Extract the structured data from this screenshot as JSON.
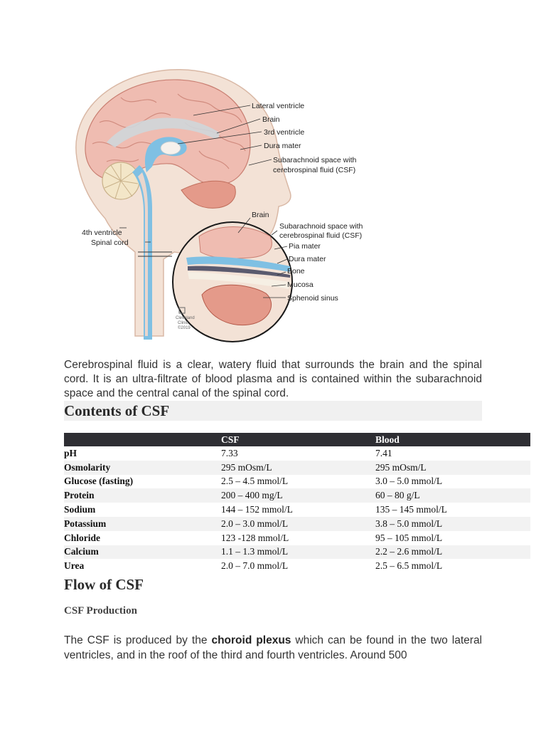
{
  "figure": {
    "labels_main": [
      "Lateral ventricle",
      "Brain",
      "3rd ventricle",
      "Dura mater",
      "Subarachnoid space with",
      "cerebrospinal fluid (CSF)"
    ],
    "labels_left": [
      "4th ventricle",
      "Spinal cord"
    ],
    "labels_inset": [
      "Brain",
      "Subarachnoid space with",
      "cerebrospinal fluid (CSF)",
      "Pia mater",
      "Dura mater",
      "Bone",
      "Mucosa",
      "Sphenoid sinus"
    ],
    "credit": [
      "Cleveland",
      "Clinic",
      "©2019"
    ],
    "colors": {
      "brain": "#efbcb1",
      "csf": "#7fc0e3",
      "skin": "#f3e2d6",
      "cerebellum": "#f3e6c8"
    }
  },
  "intro": "Cerebrospinal fluid is a clear, watery fluid that surrounds the brain and the spinal cord. It is an ultra-filtrate of blood plasma and is contained within the subarachnoid space and the central canal of the spinal cord.",
  "contents_heading": "Contents of CSF",
  "table": {
    "headers": [
      "",
      "CSF",
      "Blood"
    ],
    "rows": [
      [
        "pH",
        "7.33",
        "7.41"
      ],
      [
        "Osmolarity",
        "295 mOsm/L",
        "295 mOsm/L"
      ],
      [
        "Glucose (fasting)",
        "2.5 – 4.5 mmol/L",
        "3.0 – 5.0 mmol/L"
      ],
      [
        "Protein",
        "200 – 400 mg/L",
        "60 – 80 g/L"
      ],
      [
        "Sodium",
        "144 – 152 mmol/L",
        "135 – 145 mmol/L"
      ],
      [
        "Potassium",
        "2.0 – 3.0 mmol/L",
        "3.8 – 5.0 mmol/L"
      ],
      [
        "Chloride",
        "123 -128 mmol/L",
        "95 – 105 mmol/L"
      ],
      [
        "Calcium",
        "1.1 – 1.3 mmol/L",
        "2.2 – 2.6 mmol/L"
      ],
      [
        "Urea",
        "2.0 – 7.0 mmol/L",
        "2.5 – 6.5 mmol/L"
      ]
    ]
  },
  "flow_heading": "Flow of CSF",
  "production_heading": "CSF Production",
  "production_text": {
    "before": "The CSF is produced by the ",
    "bold": "choroid plexus",
    "after": " which can be found in the two lateral ventricles, and in the roof of the third and fourth ventricles. Around 500"
  }
}
